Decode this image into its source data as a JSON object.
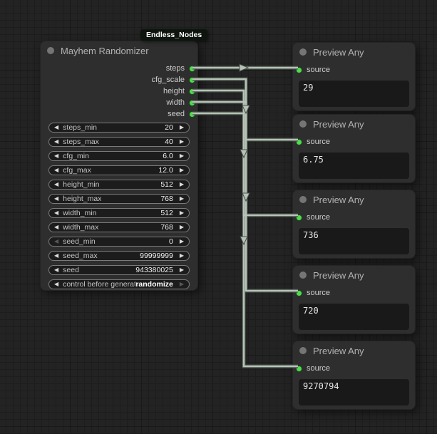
{
  "badge": {
    "label": "Endless_Nodes"
  },
  "randomizer": {
    "title": "Mayhem Randomizer",
    "outputs": [
      {
        "name": "steps"
      },
      {
        "name": "cfg_scale"
      },
      {
        "name": "height"
      },
      {
        "name": "width"
      },
      {
        "name": "seed"
      }
    ],
    "widgets": [
      {
        "label": "steps_min",
        "value": "20"
      },
      {
        "label": "steps_max",
        "value": "40"
      },
      {
        "label": "cfg_min",
        "value": "6.0"
      },
      {
        "label": "cfg_max",
        "value": "12.0"
      },
      {
        "label": "height_min",
        "value": "512"
      },
      {
        "label": "height_max",
        "value": "768"
      },
      {
        "label": "width_min",
        "value": "512"
      },
      {
        "label": "width_max",
        "value": "768"
      },
      {
        "label": "seed_min",
        "value": "0"
      },
      {
        "label": "seed_max",
        "value": "99999999"
      },
      {
        "label": "seed",
        "value": "943380025"
      },
      {
        "label": "control before generate",
        "value": "randomize"
      }
    ]
  },
  "preview_nodes": [
    {
      "title": "Preview Any",
      "input": "source",
      "value": "29"
    },
    {
      "title": "Preview Any",
      "input": "source",
      "value": "6.75"
    },
    {
      "title": "Preview Any",
      "input": "source",
      "value": "736"
    },
    {
      "title": "Preview Any",
      "input": "source",
      "value": "720"
    },
    {
      "title": "Preview Any",
      "input": "source",
      "value": "9270794"
    }
  ],
  "colors": {
    "canvas_bg": "#232323",
    "node_bg": "#2e2e2e",
    "wire": "#b6c3b6",
    "slot_green": "#4fdc4f",
    "badge_bg": "#0e140e"
  }
}
